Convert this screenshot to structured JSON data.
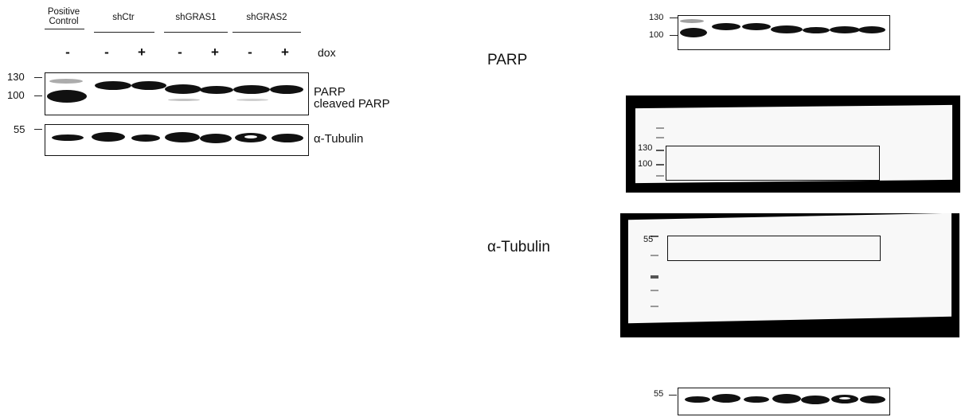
{
  "left_panel": {
    "groups": [
      {
        "label": "Positive\nControl"
      },
      {
        "label": "shCtr"
      },
      {
        "label": "shGRAS1"
      },
      {
        "label": "shGRAS2"
      }
    ],
    "dox_signs": [
      "-",
      "-",
      "+",
      "-",
      "+",
      "-",
      "+"
    ],
    "dox_label": "dox",
    "mw_markers": {
      "m130": "130",
      "m100": "100",
      "m55": "55"
    },
    "labels": {
      "parp": "PARP",
      "cleaved_parp": "cleaved PARP",
      "tubulin": "α-Tubulin"
    }
  },
  "right_panel": {
    "parp_title": "PARP",
    "tubulin_title": "α-Tubulin",
    "mw_markers": {
      "m130": "130",
      "m100": "100",
      "m55": "55"
    }
  }
}
